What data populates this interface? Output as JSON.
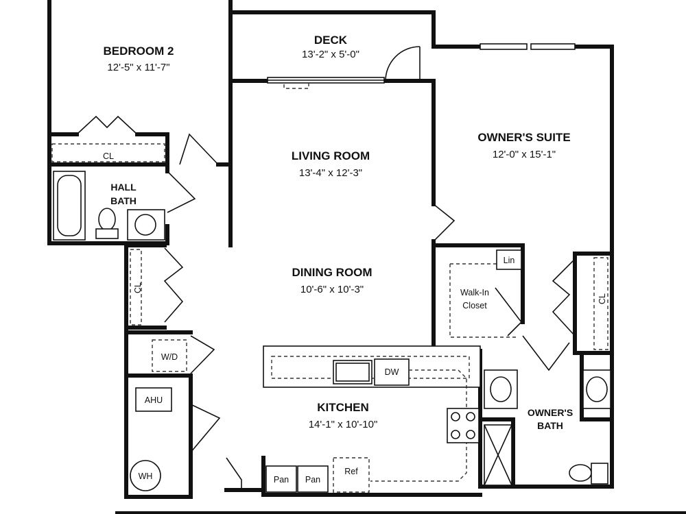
{
  "rooms": {
    "bedroom2": {
      "name": "BEDROOM 2",
      "dims": "12'-5\" x 11'-7\""
    },
    "deck": {
      "name": "DECK",
      "dims": "13'-2\" x 5'-0\""
    },
    "owners_suite": {
      "name": "OWNER'S SUITE",
      "dims": "12'-0\" x 15'-1\""
    },
    "living_room": {
      "name": "LIVING ROOM",
      "dims": "13'-4\" x 12'-3\""
    },
    "dining_room": {
      "name": "DINING ROOM",
      "dims": "10'-6\" x 10'-3\""
    },
    "kitchen": {
      "name": "KITCHEN",
      "dims": "14'-1\" x 10'-10\""
    },
    "hall_bath": {
      "line1": "HALL",
      "line2": "BATH"
    },
    "owners_bath": {
      "line1": "OWNER'S",
      "line2": "BATH"
    },
    "walk_in_closet": {
      "line1": "Walk-In",
      "line2": "Closet"
    }
  },
  "fixtures": {
    "closet_bedroom": "CL",
    "closet_hall": "CL",
    "closet_suite": "CL",
    "linen": "Lin",
    "washer_dryer": "W/D",
    "air_handler": "AHU",
    "water_heater": "WH",
    "dishwasher": "DW",
    "pantry_1": "Pan",
    "pantry_2": "Pan",
    "refrigerator": "Ref"
  }
}
